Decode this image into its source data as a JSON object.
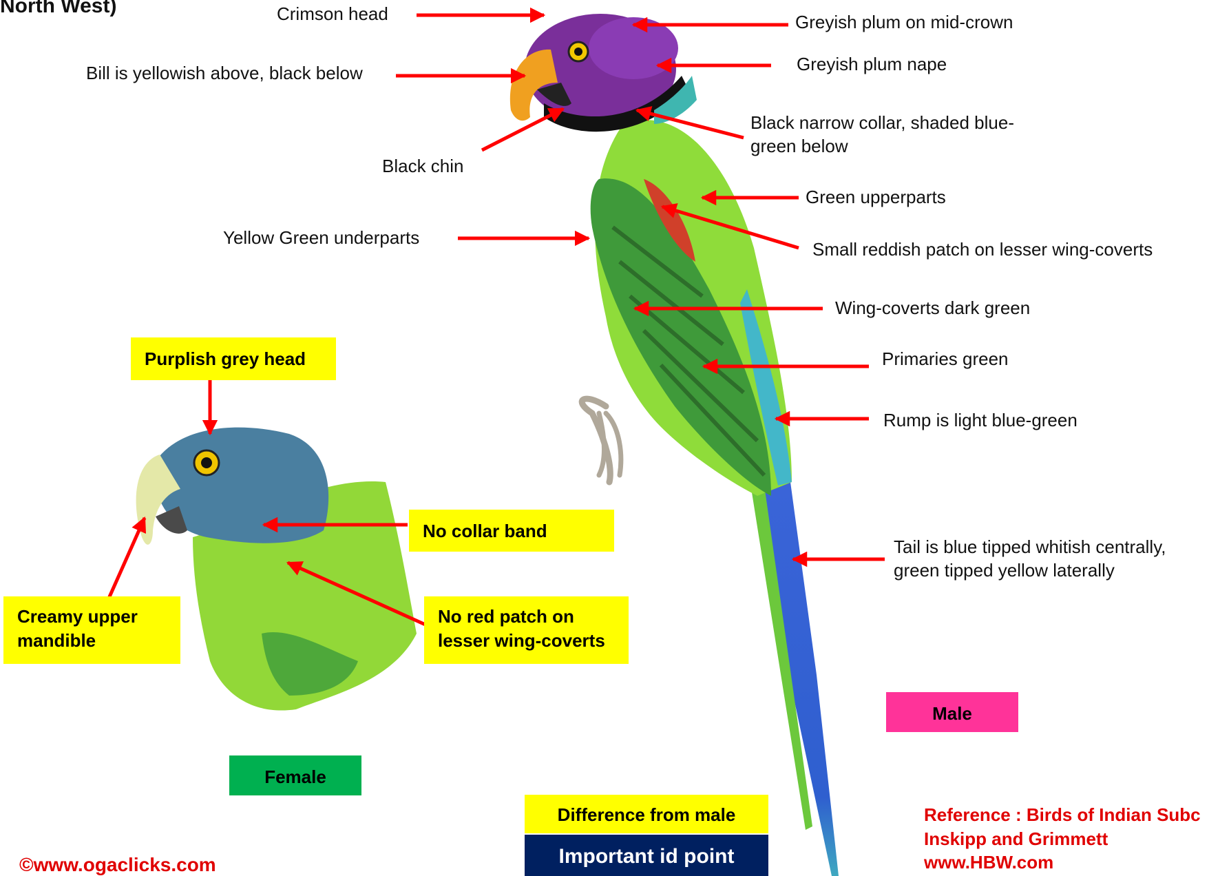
{
  "title_fragment": "North West)",
  "male_labels": {
    "crimson_head": "Crimson head",
    "mid_crown": "Greyish plum on mid-crown",
    "bill": "Bill is yellowish above, black below",
    "nape": "Greyish plum nape",
    "collar_line1": "Black narrow collar, shaded blue-",
    "collar_line2": "green below",
    "chin": "Black chin",
    "upperparts": "Green upperparts",
    "underparts": "Yellow Green underparts",
    "wing_patch": "Small  reddish patch on lesser wing-coverts",
    "wing_coverts": "Wing-coverts dark green",
    "primaries": "Primaries green",
    "rump": "Rump is light blue-green",
    "tail_line1": "Tail is blue tipped whitish centrally,",
    "tail_line2": "green tipped yellow laterally"
  },
  "female_labels": {
    "head": "Purplish grey head",
    "collar": "No collar band",
    "mandible_line1": "Creamy upper",
    "mandible_line2": "mandible",
    "patch_line1": "No red patch on",
    "patch_line2": "lesser wing-coverts"
  },
  "tags": {
    "male": "Male",
    "female": "Female"
  },
  "legend": {
    "difference": "Difference from male",
    "important": "Important  id point"
  },
  "footer": {
    "copyright": "©www.ogaclicks.com",
    "reference_line1": "Reference : Birds of Indian Subc",
    "reference_line2": "Inskipp and Grimmett",
    "reference_line3": "www.HBW.com"
  },
  "colors": {
    "arrow": "#ff0000",
    "yellow_box": "#ffff00",
    "male_tag": "#ff3399",
    "female_tag": "#00b050",
    "important_box": "#002060",
    "footer_text": "#e00000"
  }
}
